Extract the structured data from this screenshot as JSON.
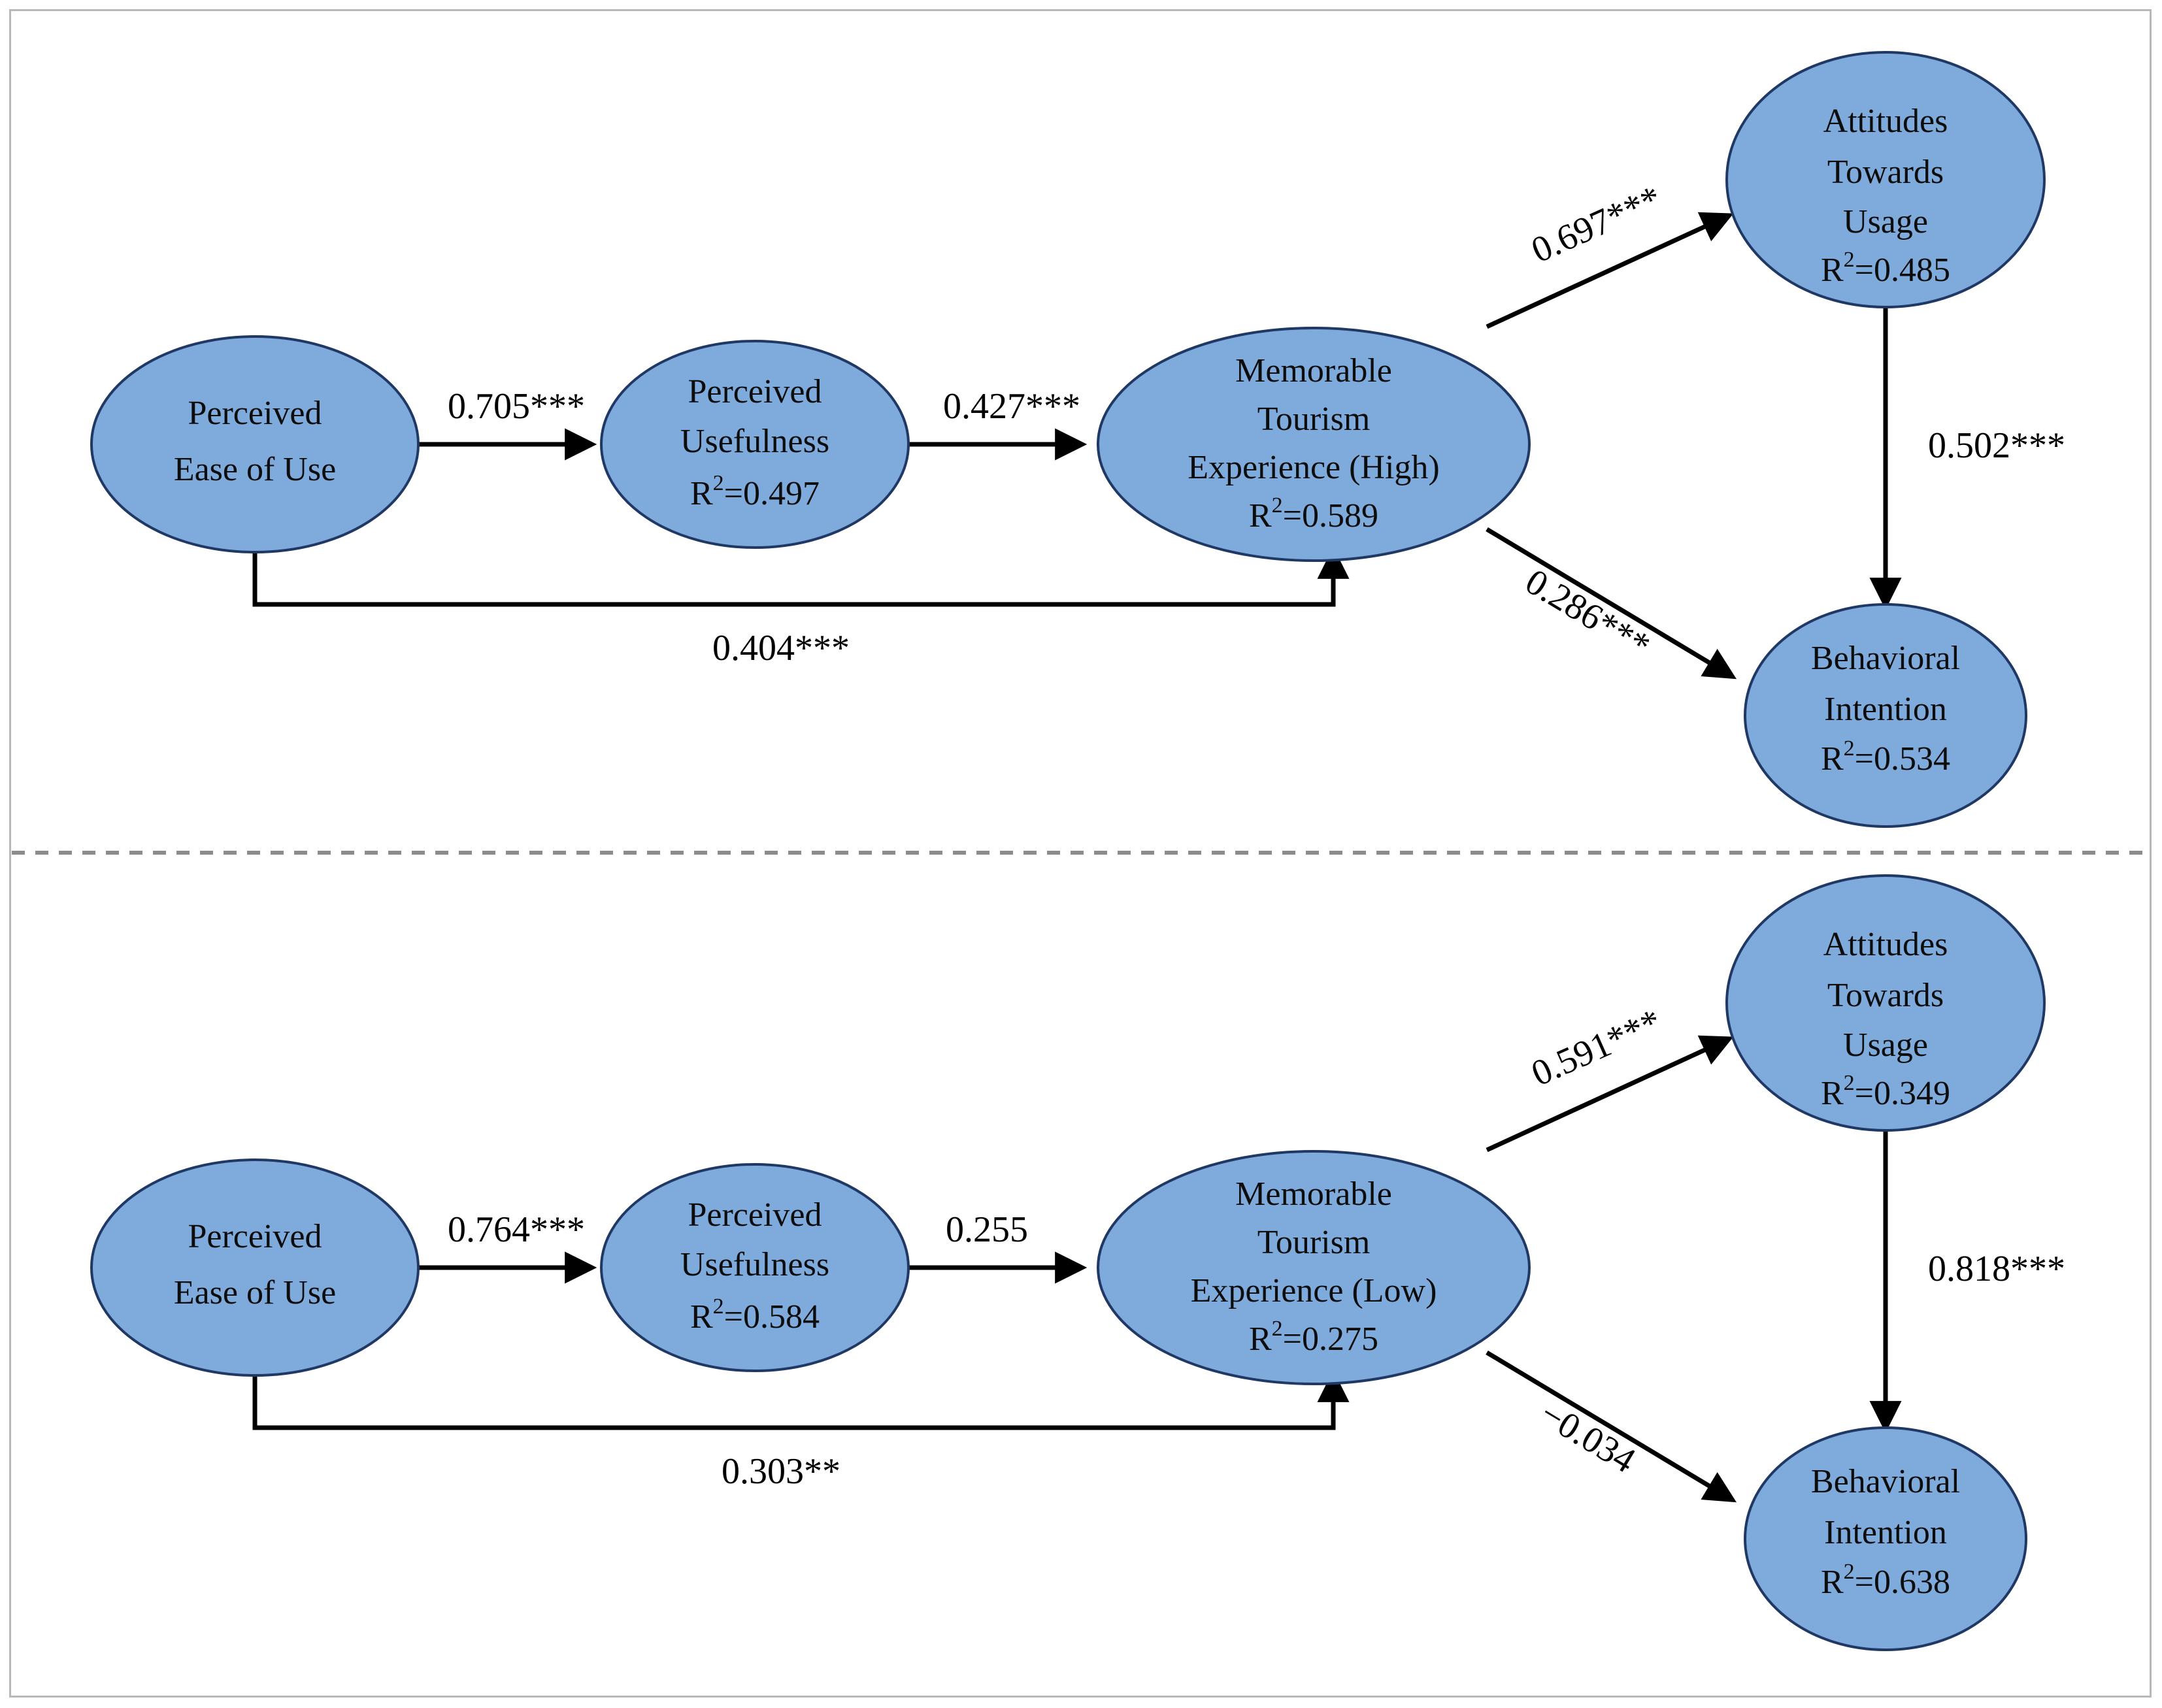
{
  "figure": {
    "title": "",
    "panel_divider": "dashed-horizontal",
    "node_fill": "#7FAADC",
    "node_stroke": "#1f3864",
    "edge_color": "#000000",
    "border_color": "#b8b8b8"
  },
  "chart_data": {
    "type": "diagram",
    "subtype": "structural-equation-model-path-diagram",
    "title": "",
    "panels": [
      {
        "id": "high",
        "group_label": "High",
        "nodes": [
          {
            "id": "peou_high",
            "line1": "Perceived",
            "line2": "Ease of Use",
            "line3": "",
            "r2": ""
          },
          {
            "id": "pu_high",
            "line1": "Perceived",
            "line2": "Usefulness",
            "line3": "",
            "r2": "R2=0.497",
            "r2_value": 0.497
          },
          {
            "id": "mte_high",
            "line1": "Memorable",
            "line2": "Tourism",
            "line3": "Experience (High)",
            "r2": "R2=0.589",
            "r2_value": 0.589
          },
          {
            "id": "atu_high",
            "line1": "Attitudes",
            "line2": "Towards",
            "line3": "Usage",
            "r2": "R2=0.485",
            "r2_value": 0.485
          },
          {
            "id": "bi_high",
            "line1": "Behavioral",
            "line2": "Intention",
            "line3": "",
            "r2": "R2=0.534",
            "r2_value": 0.534
          }
        ],
        "edges": [
          {
            "from": "peou_high",
            "to": "pu_high",
            "label": "0.705***",
            "value": 0.705,
            "sig": "***"
          },
          {
            "from": "pu_high",
            "to": "mte_high",
            "label": "0.427***",
            "value": 0.427,
            "sig": "***"
          },
          {
            "from": "mte_high",
            "to": "atu_high",
            "label": "0.697***",
            "value": 0.697,
            "sig": "***"
          },
          {
            "from": "mte_high",
            "to": "bi_high",
            "label": "0.286***",
            "value": 0.286,
            "sig": "***"
          },
          {
            "from": "atu_high",
            "to": "bi_high",
            "label": "0.502***",
            "value": 0.502,
            "sig": "***"
          },
          {
            "from": "peou_high",
            "to": "mte_high",
            "label": "0.404***",
            "value": 0.404,
            "sig": "***"
          }
        ]
      },
      {
        "id": "low",
        "group_label": "Low",
        "nodes": [
          {
            "id": "peou_low",
            "line1": "Perceived",
            "line2": "Ease of Use",
            "line3": "",
            "r2": ""
          },
          {
            "id": "pu_low",
            "line1": "Perceived",
            "line2": "Usefulness",
            "line3": "",
            "r2": "R2=0.584",
            "r2_value": 0.584
          },
          {
            "id": "mte_low",
            "line1": "Memorable",
            "line2": "Tourism",
            "line3": "Experience (Low)",
            "r2": "R2=0.275",
            "r2_value": 0.275
          },
          {
            "id": "atu_low",
            "line1": "Attitudes",
            "line2": "Towards",
            "line3": "Usage",
            "r2": "R2=0.349",
            "r2_value": 0.349
          },
          {
            "id": "bi_low",
            "line1": "Behavioral",
            "line2": "Intention",
            "line3": "",
            "r2": "R2=0.638",
            "r2_value": 0.638
          }
        ],
        "edges": [
          {
            "from": "peou_low",
            "to": "pu_low",
            "label": "0.764***",
            "value": 0.764,
            "sig": "***"
          },
          {
            "from": "pu_low",
            "to": "mte_low",
            "label": "0.255",
            "value": 0.255,
            "sig": ""
          },
          {
            "from": "mte_low",
            "to": "atu_low",
            "label": "0.591***",
            "value": 0.591,
            "sig": "***"
          },
          {
            "from": "mte_low",
            "to": "bi_low",
            "label": "−0.034",
            "value": -0.034,
            "sig": ""
          },
          {
            "from": "atu_low",
            "to": "bi_low",
            "label": "0.818***",
            "value": 0.818,
            "sig": "***"
          },
          {
            "from": "peou_low",
            "to": "mte_low",
            "label": "0.303**",
            "value": 0.303,
            "sig": "**"
          }
        ]
      }
    ]
  },
  "labels": {
    "r2_prefix": "R",
    "r2_sup": "2",
    "p1_n1_l1": "Perceived",
    "p1_n1_l2": "Ease of Use",
    "p1_n2_l1": "Perceived",
    "p1_n2_l2": "Usefulness",
    "p1_n2_r2": "=0.497",
    "p1_n3_l1": "Memorable",
    "p1_n3_l2": "Tourism",
    "p1_n3_l3": "Experience (High)",
    "p1_n3_r2": "=0.589",
    "p1_n4_l1": "Attitudes",
    "p1_n4_l2": "Towards",
    "p1_n4_l3": "Usage",
    "p1_n4_r2": "=0.485",
    "p1_n5_l1": "Behavioral",
    "p1_n5_l2": "Intention",
    "p1_n5_r2": "=0.534",
    "p1_e1": "0.705***",
    "p1_e2": "0.427***",
    "p1_e3": "0.697***",
    "p1_e4": "0.286***",
    "p1_e5": "0.502***",
    "p1_e6": "0.404***",
    "p2_n1_l1": "Perceived",
    "p2_n1_l2": "Ease of Use",
    "p2_n2_l1": "Perceived",
    "p2_n2_l2": "Usefulness",
    "p2_n2_r2": "=0.584",
    "p2_n3_l1": "Memorable",
    "p2_n3_l2": "Tourism",
    "p2_n3_l3": "Experience (Low)",
    "p2_n3_r2": "=0.275",
    "p2_n4_l1": "Attitudes",
    "p2_n4_l2": "Towards",
    "p2_n4_l3": "Usage",
    "p2_n4_r2": "=0.349",
    "p2_n5_l1": "Behavioral",
    "p2_n5_l2": "Intention",
    "p2_n5_r2": "=0.638",
    "p2_e1": "0.764***",
    "p2_e2": "0.255",
    "p2_e3": "0.591***",
    "p2_e4": "−0.034",
    "p2_e5": "0.818***",
    "p2_e6": "0.303**"
  }
}
